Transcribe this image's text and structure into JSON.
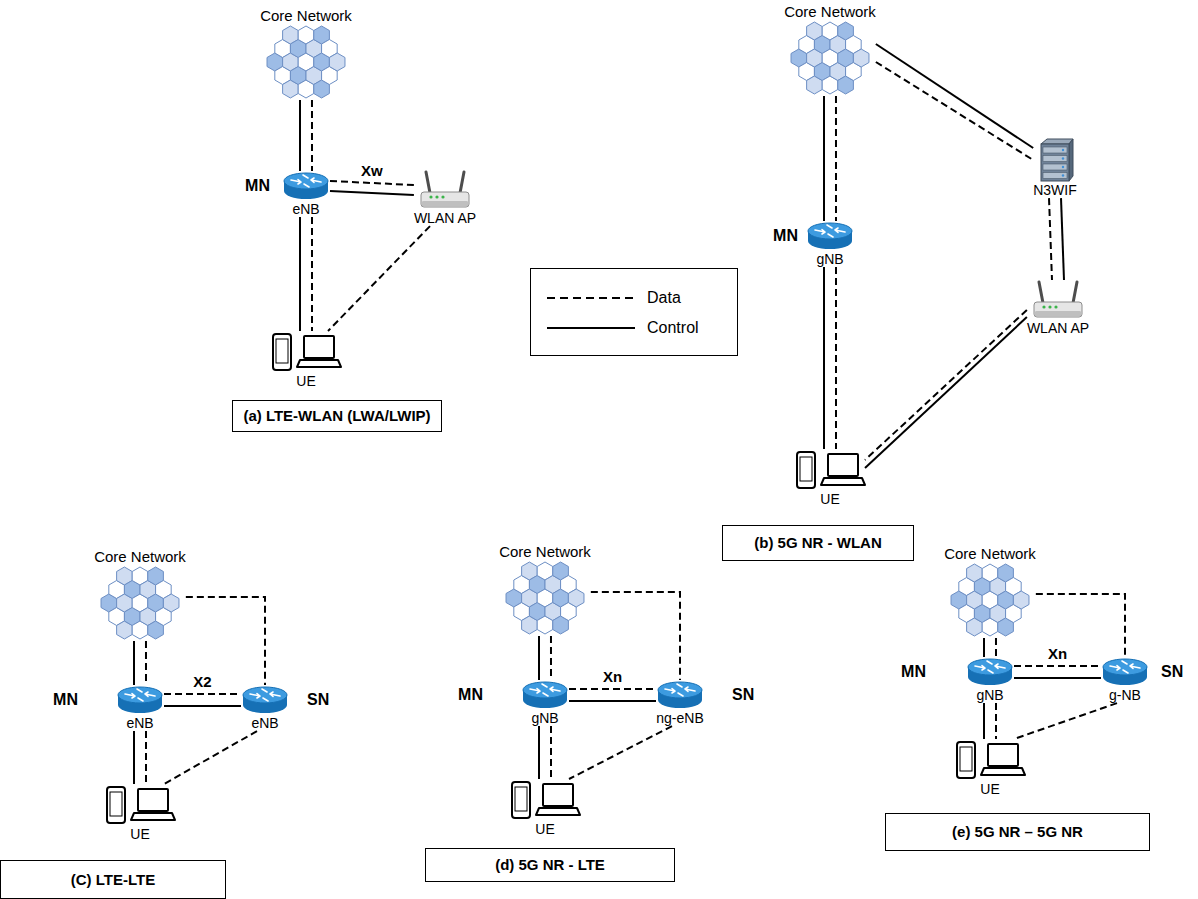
{
  "diagram": {
    "nodes": [
      {
        "text": [
          "Core Network"
        ]
      },
      {
        "text": [
          "eNB"
        ]
      },
      {
        "text": [
          "WLAN AP"
        ]
      },
      {
        "text": [
          "UE"
        ]
      },
      {
        "text": [
          "(a) LTE-WLAN (LWA/LWIP)"
        ]
      },
      {
        "text": [
          "Core Network"
        ]
      },
      {
        "text": [
          "gNB"
        ]
      },
      {
        "text": [
          "N3WIF"
        ]
      },
      {
        "text": [
          "WLAN AP"
        ]
      },
      {
        "text": [
          "UE"
        ]
      },
      {
        "text": [
          "(b) 5G NR - WLAN"
        ]
      },
      {
        "text": [
          "Core Network"
        ]
      },
      {
        "text": [
          "eNB"
        ]
      },
      {
        "text": [
          "eNB"
        ]
      },
      {
        "text": [
          "UE"
        ]
      },
      {
        "text": [
          "(C) LTE-LTE"
        ]
      },
      {
        "text": [
          "Core Network"
        ]
      },
      {
        "text": [
          "gNB"
        ]
      },
      {
        "text": [
          "ng-eNB"
        ]
      },
      {
        "text": [
          "UE"
        ]
      },
      {
        "text": [
          "(d) 5G NR - LTE"
        ]
      },
      {
        "text": [
          "Core Network"
        ]
      },
      {
        "text": [
          "gNB"
        ]
      },
      {
        "text": [
          "g-NB"
        ]
      },
      {
        "text": [
          "UE"
        ]
      },
      {
        "text": [
          "(e) 5G NR – 5G NR"
        ]
      }
    ],
    "edges": [
      {
        "from": 0,
        "to": 1,
        "arrow": "none"
      },
      {
        "from": 0,
        "to": 1,
        "arrow": "none"
      },
      {
        "from": 1,
        "to": 2,
        "label": "Xw",
        "arrow": "none"
      },
      {
        "from": 1,
        "to": 2,
        "arrow": "none"
      },
      {
        "from": 1,
        "to": 3,
        "arrow": "none"
      },
      {
        "from": 1,
        "to": 3,
        "arrow": "none"
      },
      {
        "from": 2,
        "to": 3,
        "arrow": "none"
      },
      {
        "from": 5,
        "to": 6,
        "arrow": "none"
      },
      {
        "from": 5,
        "to": 6,
        "arrow": "none"
      },
      {
        "from": 5,
        "to": 7,
        "arrow": "none"
      },
      {
        "from": 5,
        "to": 7,
        "arrow": "none"
      },
      {
        "from": 7,
        "to": 8,
        "arrow": "none"
      },
      {
        "from": 7,
        "to": 8,
        "arrow": "none"
      },
      {
        "from": 6,
        "to": 9,
        "arrow": "none"
      },
      {
        "from": 6,
        "to": 9,
        "arrow": "none"
      },
      {
        "from": 8,
        "to": 9,
        "arrow": "none"
      },
      {
        "from": 8,
        "to": 9,
        "arrow": "none"
      },
      {
        "from": 11,
        "to": 12,
        "arrow": "none"
      },
      {
        "from": 11,
        "to": 12,
        "arrow": "none"
      },
      {
        "from": 11,
        "to": 13,
        "arrow": "none"
      },
      {
        "from": 12,
        "to": 13,
        "label": "X2",
        "arrow": "none"
      },
      {
        "from": 12,
        "to": 13,
        "arrow": "none"
      },
      {
        "from": 12,
        "to": 14,
        "arrow": "none"
      },
      {
        "from": 12,
        "to": 14,
        "arrow": "none"
      },
      {
        "from": 13,
        "to": 14,
        "arrow": "none"
      },
      {
        "from": 16,
        "to": 17,
        "arrow": "none"
      },
      {
        "from": 16,
        "to": 17,
        "arrow": "none"
      },
      {
        "from": 16,
        "to": 18,
        "arrow": "none"
      },
      {
        "from": 17,
        "to": 18,
        "label": "Xn",
        "arrow": "none"
      },
      {
        "from": 17,
        "to": 18,
        "arrow": "none"
      },
      {
        "from": 17,
        "to": 19,
        "arrow": "none"
      },
      {
        "from": 17,
        "to": 19,
        "arrow": "none"
      },
      {
        "from": 18,
        "to": 19,
        "arrow": "none"
      },
      {
        "from": 21,
        "to": 22,
        "arrow": "none"
      },
      {
        "from": 21,
        "to": 22,
        "arrow": "none"
      },
      {
        "from": 21,
        "to": 23,
        "arrow": "none"
      },
      {
        "from": 22,
        "to": 23,
        "label": "Xn",
        "arrow": "none"
      },
      {
        "from": 22,
        "to": 23,
        "arrow": "none"
      },
      {
        "from": 22,
        "to": 24,
        "arrow": "none"
      },
      {
        "from": 22,
        "to": 24,
        "arrow": "none"
      },
      {
        "from": 23,
        "to": 24,
        "arrow": "none"
      }
    ],
    "labels": [
      "MN",
      "MN",
      "MN",
      "SN",
      "MN",
      "SN",
      "MN",
      "SN"
    ],
    "legend": [
      {
        "text": "Data"
      },
      {
        "text": "Control"
      }
    ]
  }
}
